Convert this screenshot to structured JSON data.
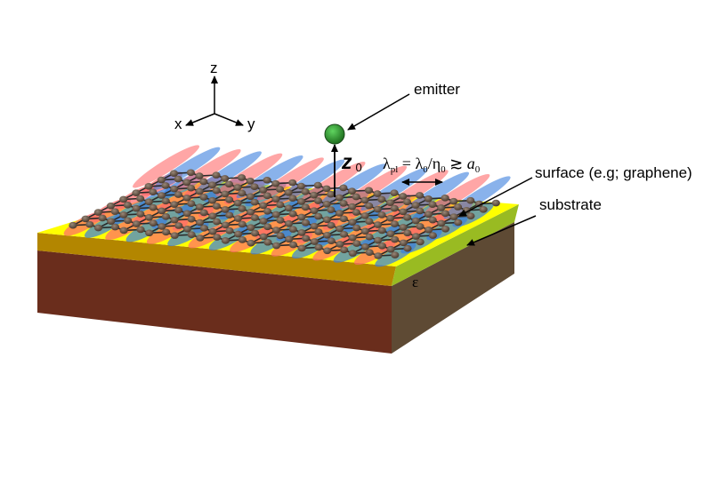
{
  "axes": {
    "z": "z",
    "x": "x",
    "y": "y"
  },
  "labels": {
    "emitter": "emitter",
    "height_main": "z",
    "height_sub": "0",
    "surface": "surface (e.g; graphene)",
    "substrate": "substrate",
    "epsilon": "ε"
  },
  "formula": {
    "lam1": "λ",
    "sub_pl": "pl",
    "eq": " = ",
    "lam2": "λ",
    "sub_0a": "0",
    "slash": "/",
    "eta": "η",
    "sub_0b": "0",
    "geq": " ≳ ",
    "a": "a",
    "sub_0c": "0"
  },
  "colors": {
    "surface_film": "#ffff00",
    "film_front": "#b38600",
    "film_side": "#99bb22",
    "substrate_front": "#6a2d1c",
    "substrate_side": "#5e4a34",
    "emitter": "#2e8b2e",
    "field_positive": "#ff6b6b",
    "field_negative": "#3b7fdd",
    "atom": "#6e5a4a"
  }
}
